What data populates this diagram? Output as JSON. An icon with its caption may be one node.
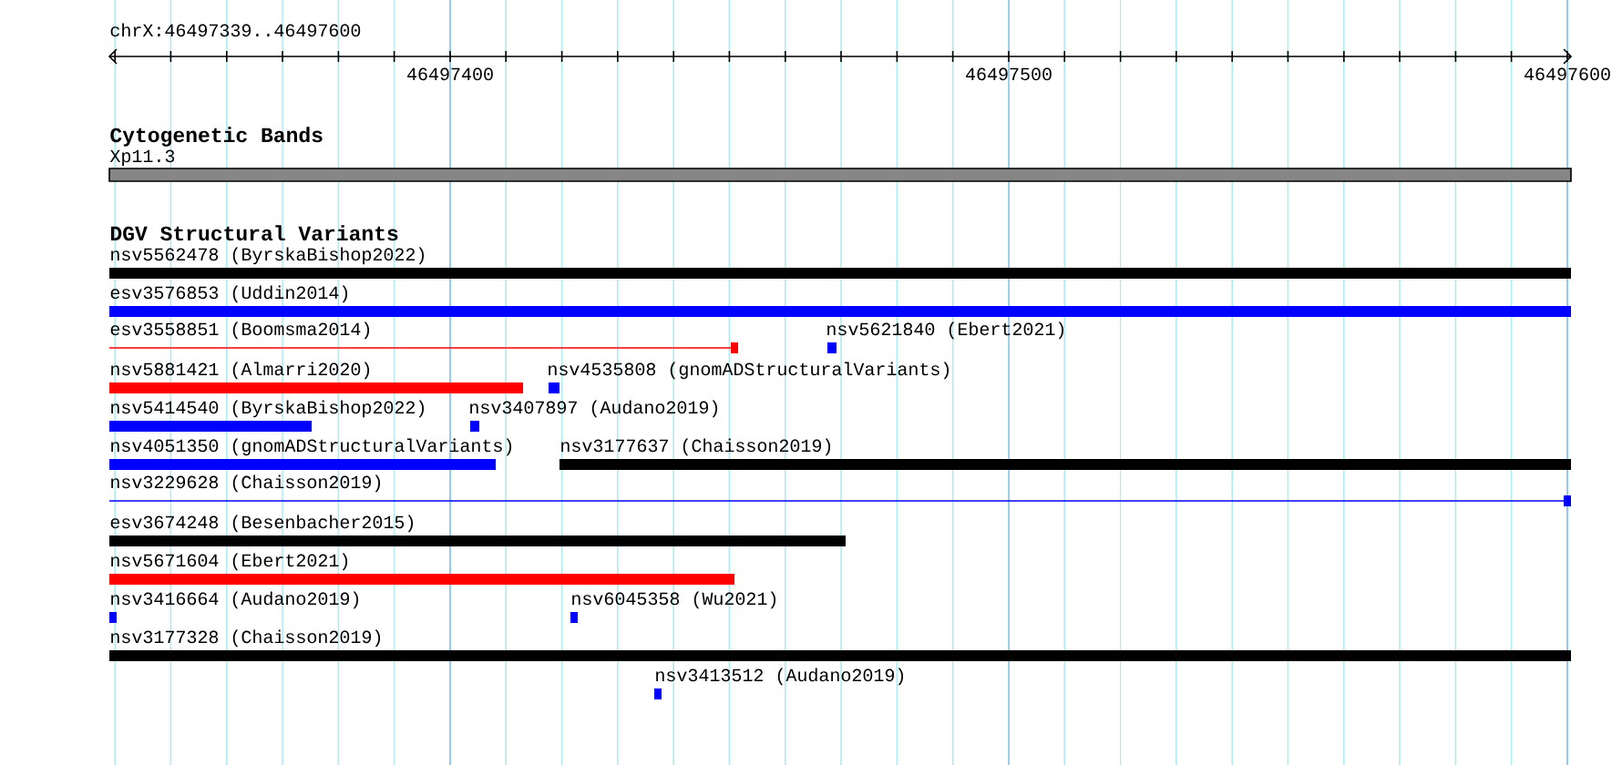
{
  "diagram": {
    "nodes": [
      {
        "text": [
          "Xp11.3"
        ]
      },
      {
        "text": [
          "nsv5562478 (ByrskaBishop2022)"
        ]
      },
      {
        "text": [
          "esv3576853 (Uddin2014)"
        ]
      },
      {
        "text": [
          "esv3558851 (Boomsma2014)"
        ]
      },
      {
        "text": [
          "nsv5621840 (Ebert2021)"
        ]
      },
      {
        "text": [
          "nsv5881421 (Almarri2020)"
        ]
      },
      {
        "text": [
          "nsv4535808 (gnomADStructuralVariants)"
        ]
      },
      {
        "text": [
          "nsv5414540 (ByrskaBishop2022)"
        ]
      },
      {
        "text": [
          "nsv3407897 (Audano2019)"
        ]
      },
      {
        "text": [
          "nsv4051350 (gnomADStructuralVariants)"
        ]
      },
      {
        "text": [
          "nsv3177637 (Chaisson2019)"
        ]
      },
      {
        "text": [
          "nsv3229628 (Chaisson2019)"
        ]
      },
      {
        "text": [
          "esv3674248 (Besenbacher2015)"
        ]
      },
      {
        "text": [
          "nsv5671604 (Ebert2021)"
        ]
      },
      {
        "text": [
          "nsv3416664 (Audano2019)"
        ]
      },
      {
        "text": [
          "nsv6045358 (Wu2021)"
        ]
      },
      {
        "text": [
          "nsv3177328 (Chaisson2019)"
        ]
      },
      {
        "text": [
          "nsv3413512 (Audano2019)"
        ]
      }
    ],
    "labels": [
      "chrX:46497339..46497600",
      "46497400",
      "46497500",
      "46497600",
      "Cytogenetic Bands",
      "DGV Structural Variants"
    ]
  }
}
